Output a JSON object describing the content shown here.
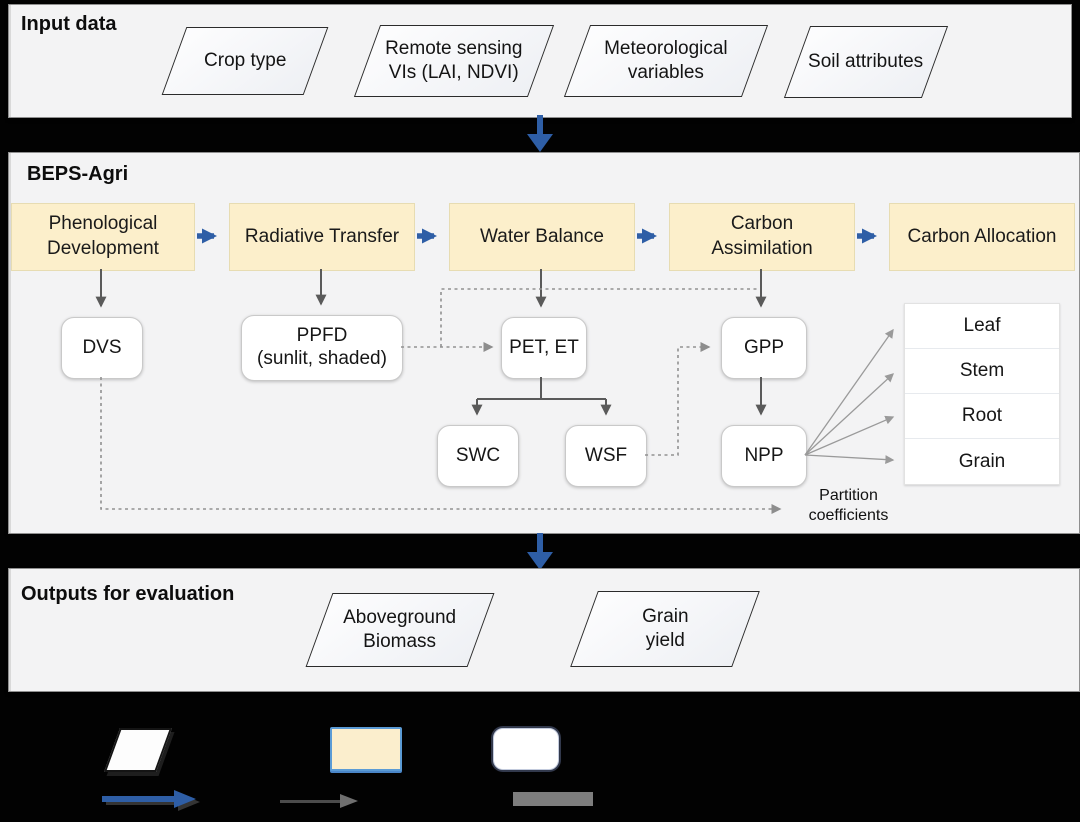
{
  "input_section": {
    "title": "Input data",
    "items": [
      {
        "label": "Crop type"
      },
      {
        "label": "Remote sensing\nVIs (LAI, NDVI)"
      },
      {
        "label": "Meteorological\nvariables"
      },
      {
        "label": "Soil attributes"
      }
    ]
  },
  "model_section": {
    "title": "BEPS-Agri",
    "modules": [
      {
        "label": "Phenological\nDevelopment"
      },
      {
        "label": "Radiative Transfer"
      },
      {
        "label": "Water Balance"
      },
      {
        "label": "Carbon\nAssimilation"
      },
      {
        "label": "Carbon Allocation"
      }
    ],
    "variables": {
      "dvs": "DVS",
      "ppfd": "PPFD\n(sunlit, shaded)",
      "pet_et": "PET, ET",
      "gpp": "GPP",
      "swc": "SWC",
      "wsf": "WSF",
      "npp": "NPP"
    },
    "carbon_pools": [
      {
        "label": "Leaf"
      },
      {
        "label": "Stem"
      },
      {
        "label": "Root"
      },
      {
        "label": "Grain"
      }
    ],
    "annotation": "Partition\ncoefficients"
  },
  "outputs_section": {
    "title": "Outputs for evaluation",
    "items": [
      {
        "label": "Aboveground\nBiomass"
      },
      {
        "label": "Grain\nyield"
      }
    ]
  },
  "colors": {
    "background": "#020202",
    "panel_bg": "#f3f3f4",
    "module_fill": "#fcefcb",
    "flow_arrow_blue": "#2e5ea6",
    "solid_arrow_gray": "#5a5a5a",
    "dashed_arrow_gray": "#919191"
  }
}
